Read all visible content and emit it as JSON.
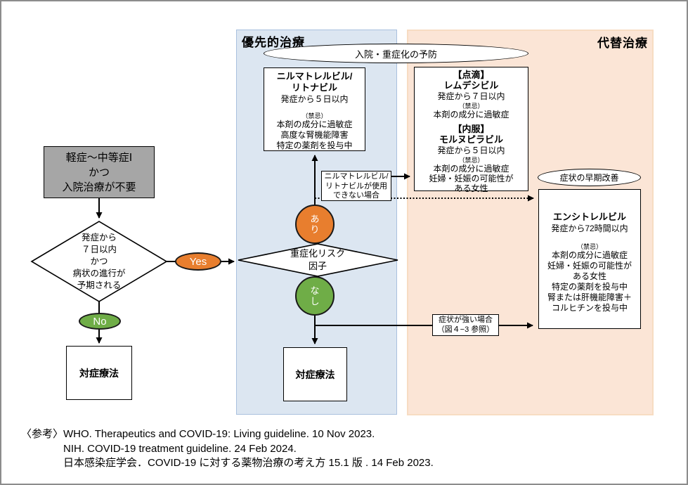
{
  "colors": {
    "priority_panel": "#dce6f1",
    "alternative_panel": "#fbe5d6",
    "yes_branch": "#e87e2e",
    "no_branch": "#6fad47",
    "start_box": "#a6a6a6"
  },
  "panels": {
    "priority": {
      "title": "優先的治療"
    },
    "alternative": {
      "title": "代替治療"
    }
  },
  "ellipses": {
    "prevention": {
      "label": "入院・重症化の予防"
    },
    "early_improvement": {
      "label": "症状の早期改善"
    }
  },
  "start_box": {
    "l1": "軽症〜中等症Ⅰ",
    "l2": "かつ",
    "l3": "入院治療が不要"
  },
  "decision_onset": {
    "l1": "発症から",
    "l2": "７日以内",
    "l3": "かつ",
    "l4": "病状の進行が",
    "l5": "予期される"
  },
  "decision_risk": {
    "l1": "重症化リスク",
    "l2": "因子"
  },
  "branches": {
    "yes": "Yes",
    "no": "No",
    "ari": "あり",
    "nashi": "なし"
  },
  "drug_boxes": {
    "nirmatrelvir": {
      "name1": "ニルマトレルビル/",
      "name2": "リトナビル",
      "window": "発症から５日以内",
      "kinki": "（禁忌）",
      "c1": "本剤の成分に過敏症",
      "c2": "高度な腎機能障害",
      "c3": "特定の薬剤を投与中"
    },
    "remdesivir": {
      "route": "【点滴】",
      "name": "レムデシビル",
      "window": "発症から７日以内",
      "kinki": "（禁忌）",
      "c1": "本剤の成分に過敏症"
    },
    "molnupiravir": {
      "route": "【内服】",
      "name": "モルヌピラビル",
      "window": "発症から５日以内",
      "kinki": "（禁忌）",
      "c1": "本剤の成分に過敏症",
      "c2": "妊婦・妊娠の可能性が",
      "c3": "ある女性"
    },
    "ensitrelvir": {
      "name": "エンシトレルビル",
      "window": "発症から72時間以内",
      "kinki": "（禁忌）",
      "c1": "本剤の成分に過敏症",
      "c2": "妊婦・妊娠の可能性が",
      "c3": "ある女性",
      "c4": "特定の薬剤を投与中",
      "c5": "腎または肝機能障害＋",
      "c6": "コルヒチンを投与中"
    }
  },
  "treatment_boxes": {
    "symptomatic_left": {
      "label": "対症療法"
    },
    "symptomatic_mid": {
      "label": "対症療法"
    }
  },
  "connector_labels": {
    "cannot_use": {
      "l1": "ニルマトレルビル/",
      "l2": "リトナビルが使用",
      "l3": "できない場合"
    },
    "strong_symptoms": {
      "l1": "症状が強い場合",
      "l2": "（図４−3 参照）"
    }
  },
  "footer": {
    "label": "〈参考〉",
    "refs": [
      "WHO. Therapeutics and COVID-19: Living guideline. 10 Nov 2023.",
      "NIH. COVID-19 treatment guideline. 24 Feb 2024.",
      "日本感染症学会．COVID-19 に対する薬物治療の考え方 15.1 版 . 14 Feb 2023."
    ]
  }
}
